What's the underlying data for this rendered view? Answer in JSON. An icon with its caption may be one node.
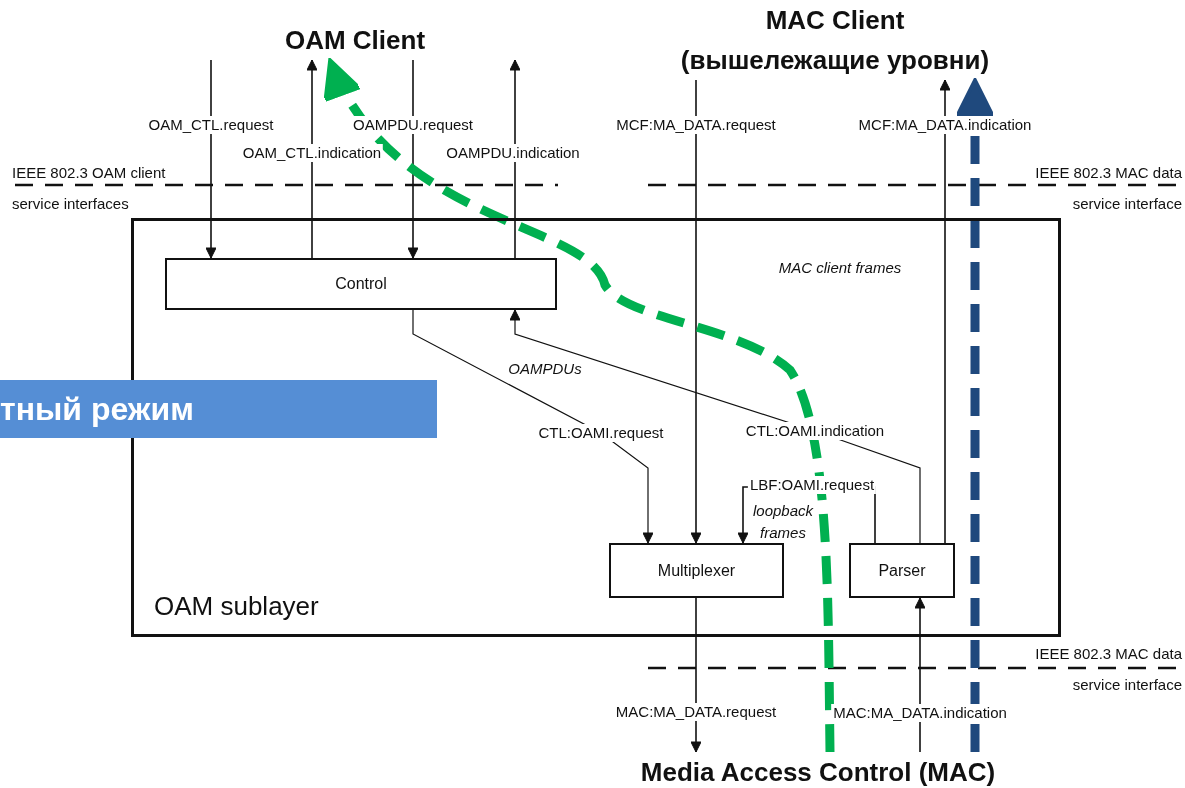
{
  "diagram": {
    "nodes": [
      {
        "text": [
          "OAM Client"
        ]
      },
      {
        "text": [
          "MAC Client (вышележащие уровни)"
        ]
      },
      {
        "text": [
          "OAM sublayer"
        ]
      },
      {
        "text": [
          "Control"
        ],
        "in": 2
      },
      {
        "text": [
          "Multiplexer"
        ],
        "in": 2
      },
      {
        "text": [
          "Parser"
        ],
        "in": 2
      },
      {
        "text": [
          "Media Access Control (MAC)"
        ]
      },
      {
        "text": [
          "тный режим"
        ]
      }
    ],
    "edges": [
      {
        "from": 0,
        "to": 3,
        "arrow": "to",
        "label": "OAM_CTL.request"
      },
      {
        "from": 3,
        "to": 0,
        "arrow": "to",
        "label": "OAM_CTL.indication"
      },
      {
        "from": 0,
        "to": 3,
        "arrow": "to",
        "label": "OAMPDU.request"
      },
      {
        "from": 3,
        "to": 0,
        "arrow": "to",
        "label": "OAMPDU.indication"
      },
      {
        "from": 1,
        "to": 4,
        "arrow": "to",
        "label": "MCF:MA_DATA.request"
      },
      {
        "from": 5,
        "to": 1,
        "arrow": "to",
        "label": "MCF:MA_DATA.indication"
      },
      {
        "from": 3,
        "to": 4,
        "arrow": "to",
        "label": "CTL:OAMI.request"
      },
      {
        "from": 5,
        "to": 3,
        "arrow": "to",
        "label": "CTL:OAMI.indication"
      },
      {
        "from": 5,
        "to": 4,
        "arrow": "to",
        "label": "LBF:OAMI.request"
      },
      {
        "from": 4,
        "to": 6,
        "arrow": "to",
        "label": "MAC:MA_DATA.request"
      },
      {
        "from": 6,
        "to": 5,
        "arrow": "to",
        "label": "MAC:MA_DATA.indication"
      },
      {
        "from": 6,
        "to": 0,
        "arrow": "to",
        "style": "dashed",
        "color": "#00b050"
      },
      {
        "from": 6,
        "to": 1,
        "arrow": "to",
        "style": "dashed",
        "color": "#1f497d"
      }
    ],
    "labels": [
      "IEEE 802.3 OAM client service interfaces",
      "IEEE 802.3 MAC data service interface",
      "MAC client frames",
      "OAMPDUs",
      "loopback frames",
      "IEEE 802.3 MAC data service interface"
    ]
  }
}
